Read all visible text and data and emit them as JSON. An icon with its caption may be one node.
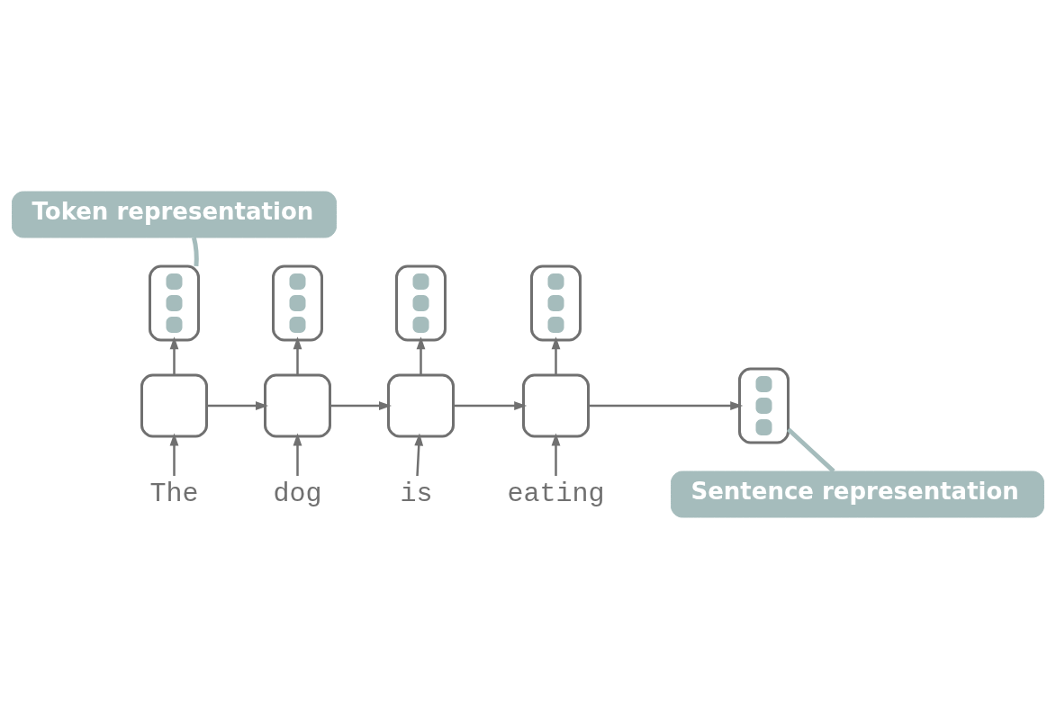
{
  "diagram": {
    "nodes": [
      {
        "text": [
          "Token representation"
        ]
      },
      {
        "text": [],
        "shape": "bar"
      },
      {
        "text": [],
        "shape": "bar"
      },
      {
        "text": [],
        "shape": "bar"
      },
      {
        "text": [],
        "shape": "bar"
      },
      {
        "text": [],
        "shape": "box"
      },
      {
        "text": [],
        "shape": "box"
      },
      {
        "text": [],
        "shape": "box"
      },
      {
        "text": [],
        "shape": "box"
      },
      {
        "text": [],
        "shape": "bar"
      },
      {
        "text": [
          "The"
        ]
      },
      {
        "text": [
          "dog"
        ]
      },
      {
        "text": [
          "is"
        ]
      },
      {
        "text": [
          "eating"
        ]
      },
      {
        "text": [
          "Sentence representation"
        ]
      }
    ],
    "edges": [
      {
        "from": 0,
        "to": 1,
        "arrow": "none",
        "style": "thick",
        "color": "#a5bcbc"
      },
      {
        "from": 10,
        "to": 5,
        "arrow": "to"
      },
      {
        "from": 11,
        "to": 6,
        "arrow": "to"
      },
      {
        "from": 12,
        "to": 7,
        "arrow": "to"
      },
      {
        "from": 13,
        "to": 8,
        "arrow": "to"
      },
      {
        "from": 5,
        "to": 1,
        "arrow": "to"
      },
      {
        "from": 6,
        "to": 2,
        "arrow": "to"
      },
      {
        "from": 7,
        "to": 3,
        "arrow": "to"
      },
      {
        "from": 8,
        "to": 4,
        "arrow": "to"
      },
      {
        "from": 5,
        "to": 6,
        "arrow": "to"
      },
      {
        "from": 6,
        "to": 7,
        "arrow": "to"
      },
      {
        "from": 7,
        "to": 8,
        "arrow": "to"
      },
      {
        "from": 8,
        "to": 9,
        "arrow": "to"
      },
      {
        "from": 14,
        "to": 9,
        "arrow": "none",
        "style": "thick",
        "color": "#a5bcbc"
      }
    ]
  }
}
